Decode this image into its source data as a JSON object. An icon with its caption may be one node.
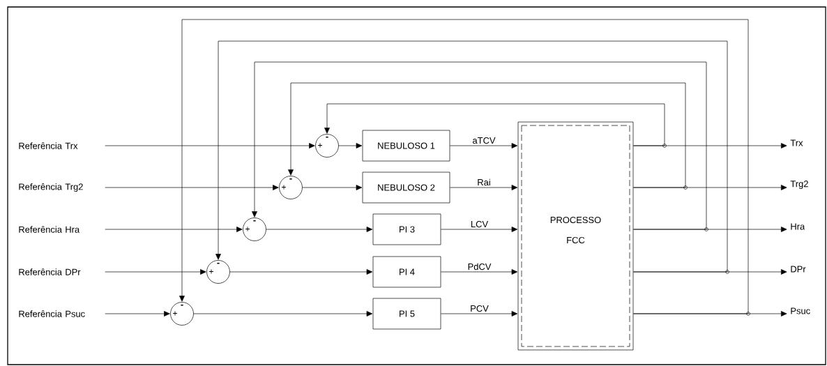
{
  "diagram": {
    "nodes": [
      {
        "text": [
          "Referência Trx"
        ]
      },
      {
        "text": [
          "Referência Trg2"
        ]
      },
      {
        "text": [
          "Referência Hra"
        ]
      },
      {
        "text": [
          "Referência DPr"
        ]
      },
      {
        "text": [
          "Referência Psuc"
        ]
      },
      {
        "text": [
          "+",
          "-"
        ]
      },
      {
        "text": [
          "+",
          "-"
        ]
      },
      {
        "text": [
          "+",
          "-"
        ]
      },
      {
        "text": [
          "+",
          "-"
        ]
      },
      {
        "text": [
          "+",
          "-"
        ]
      },
      {
        "text": [
          "NEBULOSO 1"
        ]
      },
      {
        "text": [
          "NEBULOSO 2"
        ]
      },
      {
        "text": [
          "PI 3"
        ]
      },
      {
        "text": [
          "PI 4"
        ]
      },
      {
        "text": [
          "PI 5"
        ]
      },
      {
        "text": [
          "PROCESSO",
          "FCC"
        ]
      },
      {
        "text": [
          "Trx"
        ]
      },
      {
        "text": [
          "Trg2"
        ]
      },
      {
        "text": [
          "Hra"
        ]
      },
      {
        "text": [
          "DPr"
        ]
      },
      {
        "text": [
          "Psuc"
        ]
      }
    ],
    "edges": [
      {
        "from": 0,
        "to": 5,
        "arrow": "to"
      },
      {
        "from": 1,
        "to": 6,
        "arrow": "to"
      },
      {
        "from": 2,
        "to": 7,
        "arrow": "to"
      },
      {
        "from": 3,
        "to": 8,
        "arrow": "to"
      },
      {
        "from": 4,
        "to": 9,
        "arrow": "to"
      },
      {
        "from": 5,
        "to": 10,
        "arrow": "to"
      },
      {
        "from": 6,
        "to": 11,
        "arrow": "to"
      },
      {
        "from": 7,
        "to": 12,
        "arrow": "to"
      },
      {
        "from": 8,
        "to": 13,
        "arrow": "to"
      },
      {
        "from": 9,
        "to": 14,
        "arrow": "to"
      },
      {
        "from": 10,
        "to": 15,
        "arrow": "to",
        "label": "aTCV"
      },
      {
        "from": 11,
        "to": 15,
        "arrow": "to",
        "label": "Rai"
      },
      {
        "from": 12,
        "to": 15,
        "arrow": "to",
        "label": "LCV"
      },
      {
        "from": 13,
        "to": 15,
        "arrow": "to",
        "label": "PdCV"
      },
      {
        "from": 14,
        "to": 15,
        "arrow": "to",
        "label": "PCV"
      },
      {
        "from": 15,
        "to": 16,
        "arrow": "to"
      },
      {
        "from": 15,
        "to": 17,
        "arrow": "to"
      },
      {
        "from": 15,
        "to": 18,
        "arrow": "to"
      },
      {
        "from": 15,
        "to": 19,
        "arrow": "to"
      },
      {
        "from": 15,
        "to": 20,
        "arrow": "to"
      },
      {
        "from": 15,
        "to": 5,
        "arrow": "to"
      },
      {
        "from": 15,
        "to": 6,
        "arrow": "to"
      },
      {
        "from": 15,
        "to": 7,
        "arrow": "to"
      },
      {
        "from": 15,
        "to": 8,
        "arrow": "to"
      },
      {
        "from": 15,
        "to": 9,
        "arrow": "to"
      }
    ]
  }
}
